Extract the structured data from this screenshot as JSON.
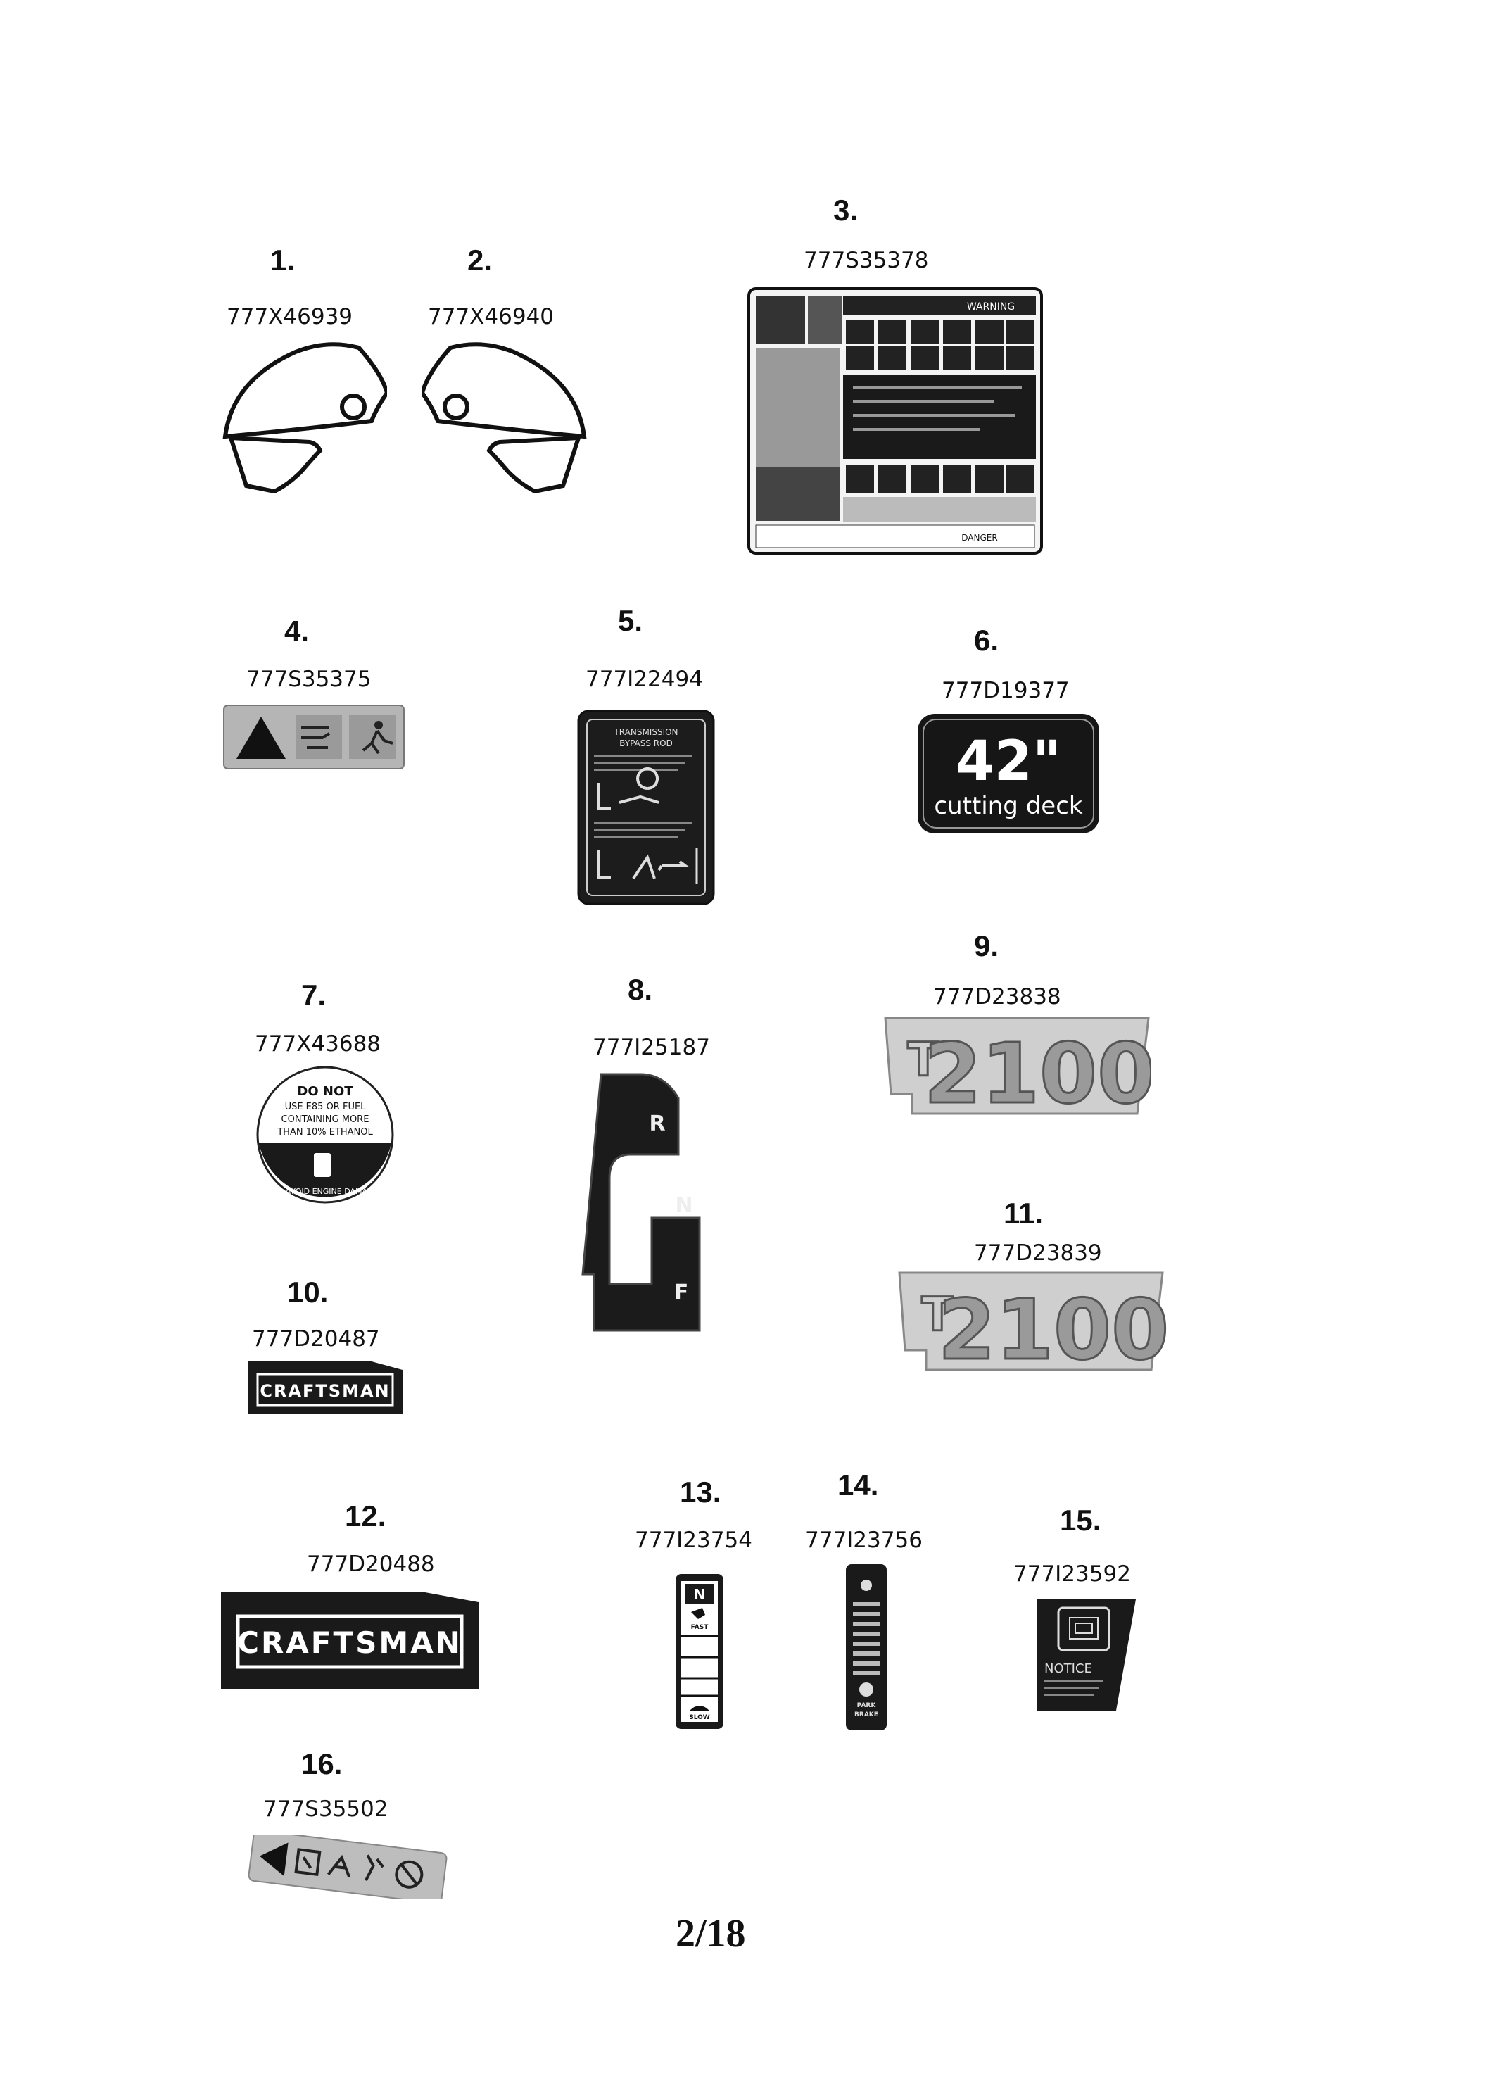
{
  "parts": [
    {
      "number": "1.",
      "part_no": "777X46939"
    },
    {
      "number": "2.",
      "part_no": "777X46940"
    },
    {
      "number": "3.",
      "part_no": "777S35378"
    },
    {
      "number": "4.",
      "part_no": "777S35375"
    },
    {
      "number": "5.",
      "part_no": "777I22494"
    },
    {
      "number": "6.",
      "part_no": "777D19377"
    },
    {
      "number": "7.",
      "part_no": "777X43688"
    },
    {
      "number": "8.",
      "part_no": "777I25187"
    },
    {
      "number": "9.",
      "part_no": "777D23838"
    },
    {
      "number": "10.",
      "part_no": "777D20487"
    },
    {
      "number": "11.",
      "part_no": "777D23839"
    },
    {
      "number": "12.",
      "part_no": "777D20488"
    },
    {
      "number": "13.",
      "part_no": "777I23754"
    },
    {
      "number": "14.",
      "part_no": "777I23756"
    },
    {
      "number": "15.",
      "part_no": "777I23592"
    },
    {
      "number": "16.",
      "part_no": "777S35502"
    }
  ],
  "decal_text": {
    "warning": "WARNING",
    "danger": "DANGER",
    "transmission_title": "TRANSMISSION",
    "transmission_sub": "BYPASS ROD",
    "deck_size": "42\"",
    "deck_label": "cutting deck",
    "fuel_line1": "DO NOT",
    "fuel_line2": "USE E85 OR FUEL",
    "fuel_line3": "CONTAINING MORE",
    "fuel_line4": "THAN 10% ETHANOL",
    "fuel_ring": "TO AVOID ENGINE DAMAGE",
    "shift_r": "R",
    "shift_n": "N",
    "shift_f": "F",
    "model_t": "T",
    "model_no": "2100",
    "brand": "CRAFTSMAN",
    "throttle_n": "N",
    "throttle_fast": "FAST",
    "throttle_slow": "SLOW",
    "park_brake_1": "PARK",
    "park_brake_2": "BRAKE",
    "notice": "NOTICE"
  },
  "footer": {
    "page": "2/18"
  }
}
